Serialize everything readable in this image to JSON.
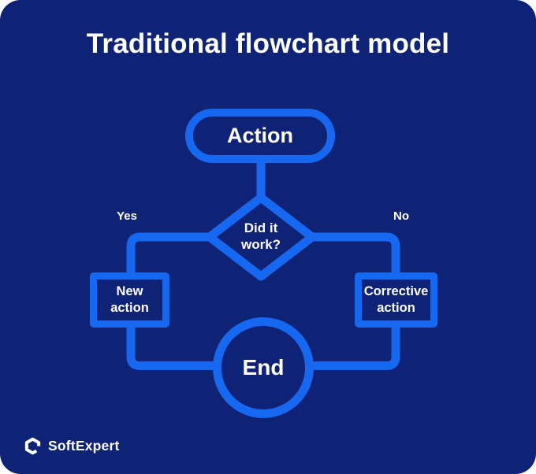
{
  "theme": {
    "background": "#0E2276",
    "accent": "#1768F1",
    "text": "#FFFFFF",
    "page_background": "#FFFFFF"
  },
  "title": "Traditional flowchart model",
  "flowchart": {
    "action": "Action",
    "decision": "Did it work?",
    "yes_label": "Yes",
    "no_label": "No",
    "new_action": "New action",
    "corrective_action": "Corrective action",
    "end": "End"
  },
  "footer": {
    "brand": "SoftExpert",
    "logo_icon": "hexagon-loop-icon"
  }
}
